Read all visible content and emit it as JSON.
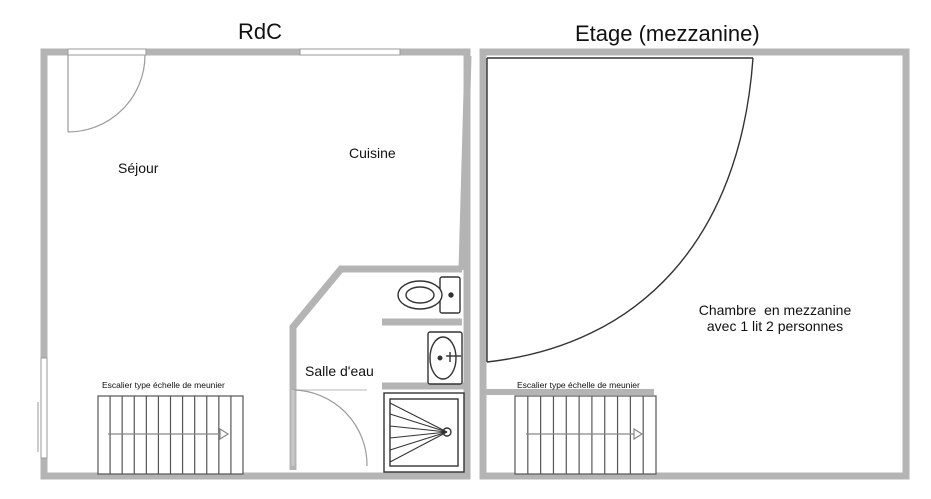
{
  "titles": {
    "ground_floor": "RdC",
    "upper_floor": "Etage (mezzanine)"
  },
  "rooms": {
    "sejour": "Séjour",
    "cuisine": "Cuisine",
    "salle_deau": "Salle d'eau",
    "chambre_line1": "Chambre  en mezzanine",
    "chambre_line2": "avec 1 lit 2 personnes"
  },
  "annotations": {
    "stairs_ground": "Escalier type échelle de meunier",
    "stairs_upper": "Escalier type échelle de meunier"
  },
  "colors": {
    "wall": "#b4b4b4",
    "line": "#707070"
  }
}
